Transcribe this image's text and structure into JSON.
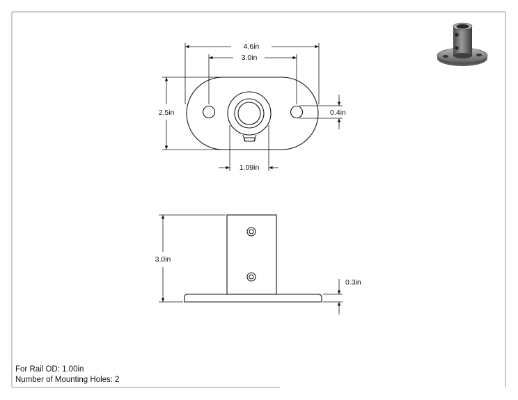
{
  "dimensions": {
    "top_overall_width": "4.6in",
    "hole_spacing": "3.0in",
    "base_height": "2.5in",
    "hole_diameter": "0.4in",
    "socket_width": "1.09in",
    "overall_height": "3.0in",
    "base_thickness": "0.3in"
  },
  "notes": {
    "rail_od": "For Rail OD: 1.00in",
    "mounting_holes": "Number of Mounting Holes: 2"
  },
  "icons": [
    "isometric-part-thumbnail"
  ]
}
